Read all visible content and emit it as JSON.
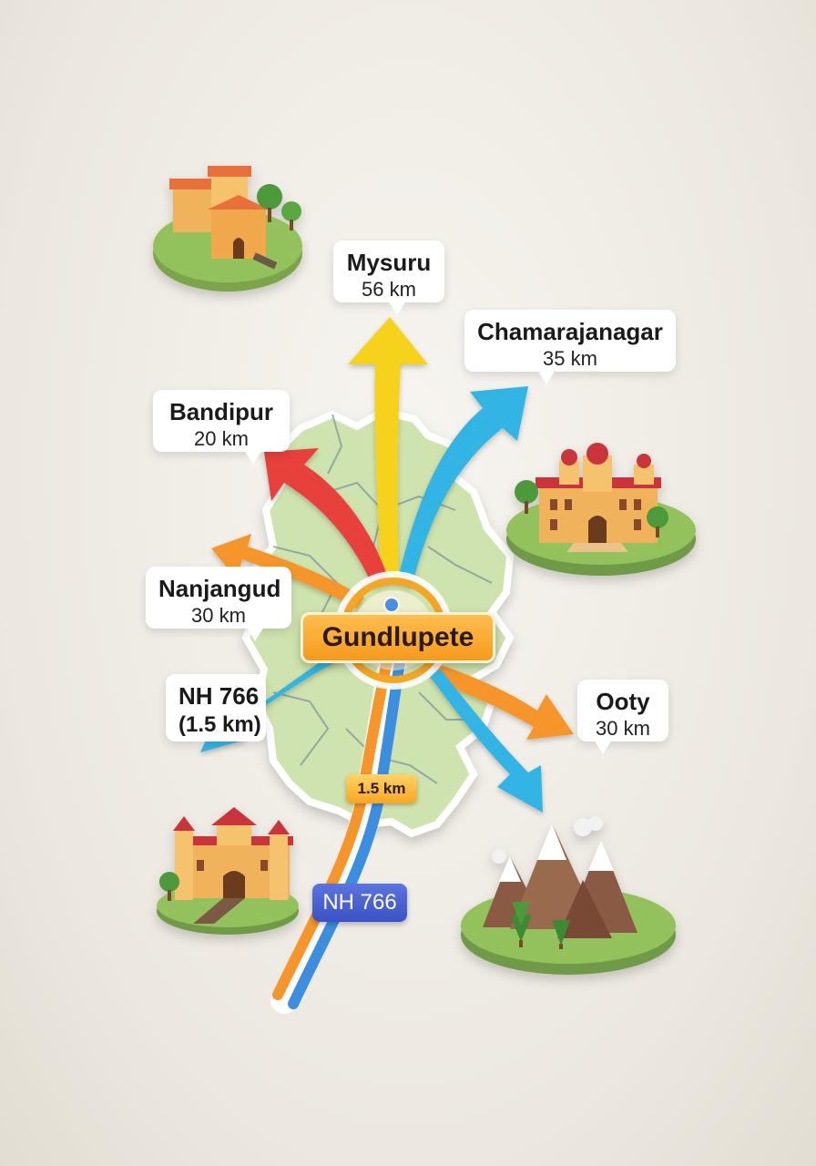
{
  "center": {
    "name": "Gundlupete"
  },
  "destinations": [
    {
      "id": "mysuru",
      "name": "Mysuru",
      "distance": "56 km",
      "arrow_color": "#f7d21e"
    },
    {
      "id": "chamarajanagar",
      "name": "Chamarajanagar",
      "distance": "35 km",
      "arrow_color": "#33b5e5"
    },
    {
      "id": "bandipur",
      "name": "Bandipur",
      "distance": "20 km",
      "arrow_color": "#e8403a"
    },
    {
      "id": "nanjangud",
      "name": "Nanjangud",
      "distance": "30 km",
      "arrow_color": "#f5952a"
    },
    {
      "id": "nh766",
      "name": "NH 766",
      "distance": "(1.5 km)",
      "arrow_color": "#33b5e5"
    },
    {
      "id": "ooty",
      "name": "Ooty",
      "distance": "30 km",
      "arrow_color": "#f5952a"
    }
  ],
  "highway": {
    "label": "NH 766",
    "distance_chip": "1.5 km",
    "colors": [
      "#f5952a",
      "#3c8ee0"
    ]
  },
  "colors": {
    "map_fill": "#cfe3ae",
    "map_border": "#ffffff",
    "district_lines": "#7a8fa0",
    "center_ring": "#f5a623",
    "center_pin": "#4a90e2"
  },
  "landmarks": [
    {
      "id": "fort",
      "icon": "fort-building-icon"
    },
    {
      "id": "palace",
      "icon": "palace-icon"
    },
    {
      "id": "temple-gate",
      "icon": "temple-gate-icon"
    },
    {
      "id": "mountains",
      "icon": "mountains-icon"
    }
  ]
}
